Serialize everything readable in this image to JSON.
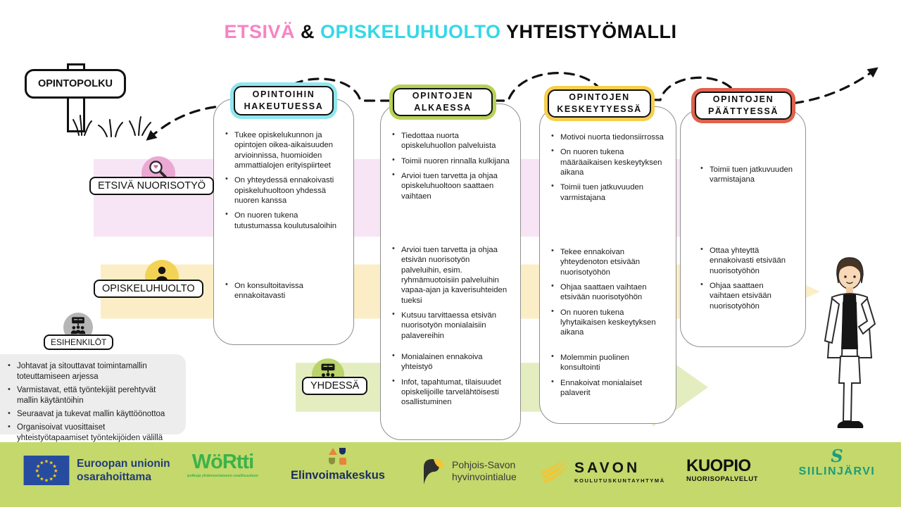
{
  "title": {
    "etsiva": "ETSIVÄ",
    "amp": "&",
    "opiskeluhuolto": "OPISKELUHUOLTO",
    "rest": "YHTEISTYÖMALLI"
  },
  "signpost": {
    "label": "OPINTOPOLKU"
  },
  "row_labels": {
    "etsiva": "ETSIVÄ NUORISOTYÖ",
    "opiskeluhuolto": "OPISKELUHUOLTO",
    "esihenkilot": "ESIHENKILÖT",
    "yhdessa": "YHDESSÄ"
  },
  "esihenkilot_bullets": [
    "Johtavat ja sitouttavat toimintamallin toteuttamiseen arjessa",
    "Varmistavat, että työntekijät perehtyvät mallin käytäntöihin",
    "Seuraavat ja tukevat mallin käyttöönottoa",
    "Organisoivat vuosittaiset yhteistyötapaamiset työntekijöiden välillä"
  ],
  "columns": [
    {
      "header_line1": "OPINTOIHIN",
      "header_line2": "HAKEUTUESSA",
      "accent_color": "#8de7ef",
      "etsiva": [
        "Tukee opiskelukunnon ja opintojen oikea-aikaisuuden arvioinnissa, huomioiden ammattialojen erityispiirteet",
        "On yhteydessä ennakoivasti opiskeluhuoltoon yhdessä nuoren kanssa",
        "On nuoren tukena tutustumassa koulutusaloihin"
      ],
      "opiskeluhuolto": [
        "On konsultoitavissa ennakoitavasti"
      ],
      "yhdessa": []
    },
    {
      "header_line1": "OPINTOJEN",
      "header_line2": "ALKAESSA",
      "accent_color": "#b7d254",
      "etsiva": [
        "Tiedottaa nuorta opiskeluhuollon palveluista",
        "Toimii nuoren rinnalla kulkijana",
        "Arvioi tuen tarvetta ja ohjaa opiskeluhuoltoon saattaen vaihtaen"
      ],
      "opiskeluhuolto": [
        "Arvioi tuen tarvetta ja ohjaa etsivän nuorisotyön palveluihin, esim. ryhmämuotoisiin palveluihin vapaa-ajan ja kaverisuhteiden tueksi",
        "Kutsuu tarvittaessa etsivän nuorisotyön monialaisiin palavereihin"
      ],
      "yhdessa": [
        "Monialainen ennakoiva yhteistyö",
        "Infot, tapahtumat, tilaisuudet opiskelijoille tarvelähtöisesti osallistuminen"
      ]
    },
    {
      "header_line1": "OPINTOJEN",
      "header_line2": "KESKEYTYESSÄ",
      "accent_color": "#f6cf4e",
      "etsiva": [
        "Motivoi nuorta tiedonsiirrossa",
        "On nuoren tukena määräaikaisen keskeytyksen aikana",
        "Toimii tuen jatkuvuuden varmistajana"
      ],
      "opiskeluhuolto": [
        "Tekee ennakoivan yhteydenoton etsivään nuorisotyöhön",
        "Ohjaa saattaen vaihtaen etsivään nuorisotyöhön",
        "On nuoren tukena lyhytaikaisen keskeytyksen aikana"
      ],
      "yhdessa": [
        "Molemmin puolinen konsultointi",
        "Ennakoivat monialaiset palaverit"
      ]
    },
    {
      "header_line1": "OPINTOJEN",
      "header_line2": "PÄÄTTYESSÄ",
      "accent_color": "#e0614c",
      "etsiva": [
        "Toimii tuen jatkuvuuden varmistajana"
      ],
      "opiskeluhuolto": [
        "Ottaa yhteyttä ennakoivasti etsivään nuorisotyöhön",
        "Ohjaa saattaen vaihtaen etsivään nuorisotyöhön"
      ],
      "yhdessa": []
    }
  ],
  "footer": {
    "eu_line1": "Euroopan unionin",
    "eu_line2": "osarahoittama",
    "wortti": "WöRtti",
    "wortti_tagline": "polkuja yhdenvertaiseen osallisuuteen",
    "elinvoimakeskus": "Elinvoimakeskus",
    "pohjois_line1": "Pohjois-Savon",
    "pohjois_line2": "hyvinvointialue",
    "savon_line1": "SAVON",
    "savon_line2": "KOULUTUSKUNTAYHTYMÄ",
    "kuopio_line1": "KUOPIO",
    "kuopio_line2": "NUORISOPALVELUT",
    "siilinjarvi_s": "S",
    "siilinjarvi": "SIILINJÄRVI"
  },
  "colors": {
    "title_pink": "#f883c3",
    "title_cyan": "#35d8e6",
    "accent_cyan": "#8de7ef",
    "accent_green": "#b7d254",
    "accent_yellow": "#f6cf4e",
    "accent_red": "#e0614c",
    "row_arrow_pink": "#f7e5f5",
    "row_arrow_yellow": "#fbeec6",
    "row_arrow_green": "#e4edc0",
    "circle_pink": "#eba8d3",
    "circle_yellow": "#f2d355",
    "circle_gray": "#b5b5b5",
    "circle_green": "#bad36b",
    "footer_bg": "#c4d86c",
    "gray_box": "#ededed"
  }
}
